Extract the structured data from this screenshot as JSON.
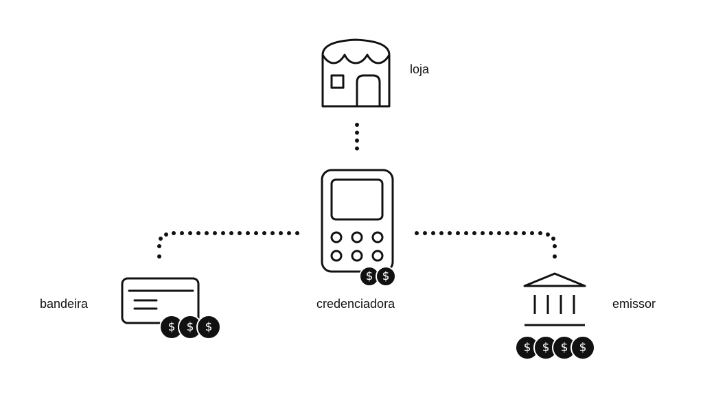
{
  "nodes": {
    "loja": {
      "label": "loja",
      "icon": "storefront-icon"
    },
    "credenciadora": {
      "label": "credenciadora",
      "icon": "card-terminal-icon",
      "coin_count": 2
    },
    "bandeira": {
      "label": "bandeira",
      "icon": "credit-card-icon",
      "coin_count": 3
    },
    "emissor": {
      "label": "emissor",
      "icon": "bank-icon",
      "coin_count": 4
    }
  },
  "coin_symbol": "$",
  "colors": {
    "stroke": "#111111",
    "coin_fill": "#111111",
    "coin_text": "#ffffff",
    "background": "#ffffff"
  }
}
